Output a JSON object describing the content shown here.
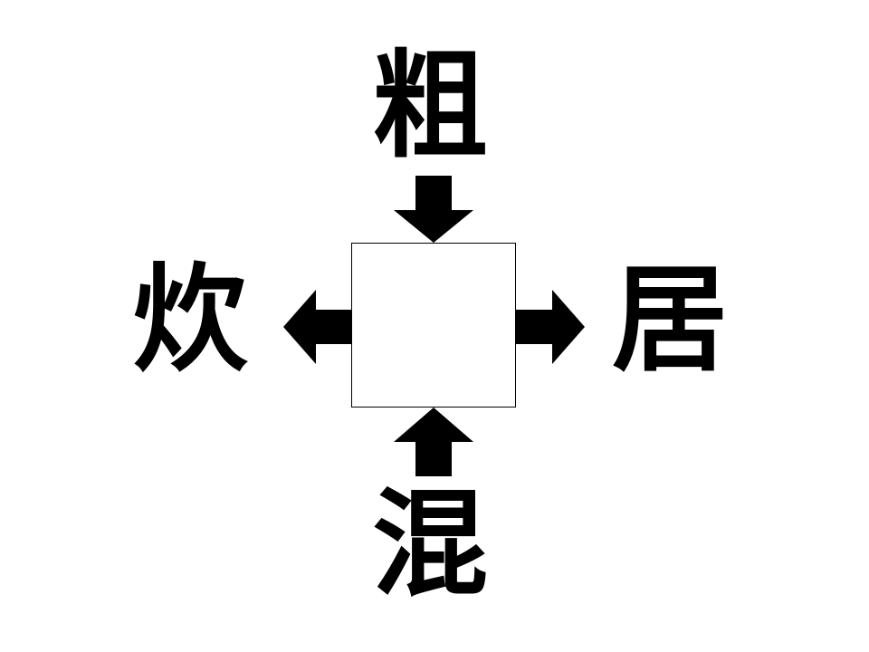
{
  "puzzle": {
    "top_char": "粗",
    "left_char": "炊",
    "right_char": "居",
    "bottom_char": "混",
    "answer_char": ""
  },
  "icons": {
    "from_top": "arrow-down-icon",
    "to_left": "arrow-left-icon",
    "to_right": "arrow-right-icon",
    "from_bottom": "arrow-up-icon"
  },
  "colors": {
    "ink": "#000000",
    "background": "#ffffff"
  }
}
